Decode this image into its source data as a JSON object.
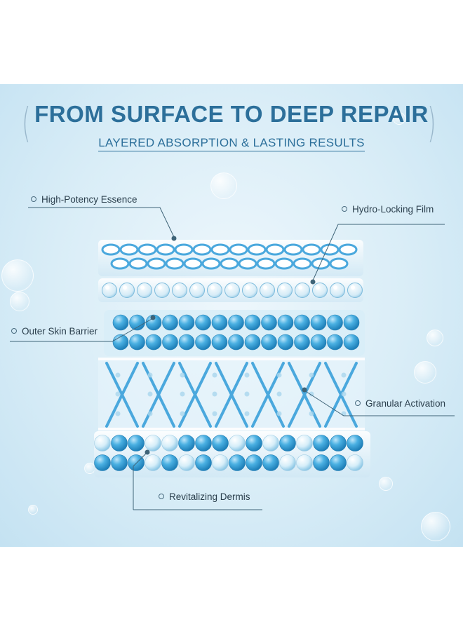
{
  "heading": {
    "title": "FROM SURFACE TO DEEP REPAIR",
    "subtitle": "LAYERED ABSORPTION & LASTING RESULTS"
  },
  "callouts": {
    "high_potency": "High-Potency Essence",
    "hydro_locking": "Hydro-Locking Film",
    "outer_barrier": "Outer Skin Barrier",
    "granular": "Granular Activation",
    "dermis": "Revitalizing Dermis"
  },
  "colors": {
    "title": "#2c6f9a",
    "accent_blue": "#4aa8dd",
    "bead_blue": "#3ba3d6",
    "background": "#d9edf7"
  }
}
